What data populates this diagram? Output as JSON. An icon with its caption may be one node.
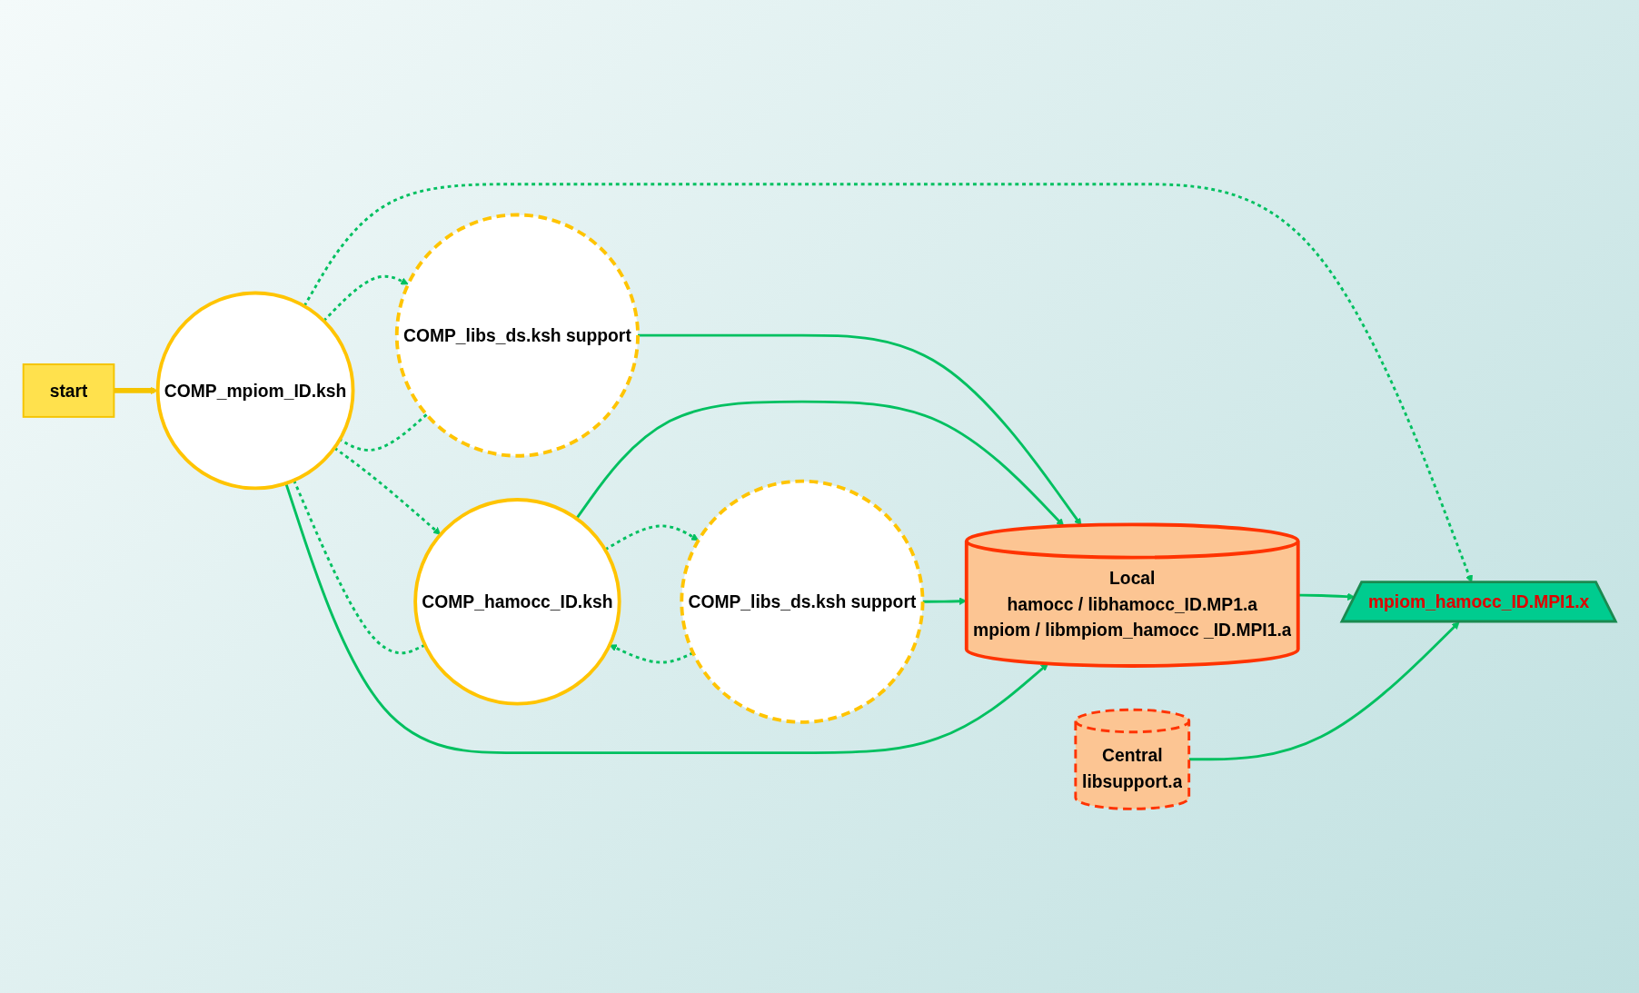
{
  "diagram": {
    "nodes": [
      {
        "text": [
          "start"
        ]
      },
      {
        "text": [
          "COMP_mpiom_ID.ksh"
        ]
      },
      {
        "text": [
          "COMP_libs_ds.ksh support"
        ]
      },
      {
        "text": [
          "COMP_hamocc_ID.ksh"
        ]
      },
      {
        "text": [
          "COMP_libs_ds.ksh support"
        ]
      },
      {
        "text": [
          "Local",
          "hamocc / libhamocc_ID.MP1.a",
          "mpiom / libmpiom_hamocc _ID.MPI1.a"
        ]
      },
      {
        "text": [
          "Central",
          "libsupport.a"
        ]
      },
      {
        "text": [
          "mpiom_hamocc_ID.MPI1.x"
        ]
      }
    ],
    "edges": [
      {
        "from": 0,
        "to": 1,
        "arrow": "to",
        "color": "#f5c400",
        "style": "thick"
      },
      {
        "from": 1,
        "to": 2,
        "arrow": "to",
        "style": "dashed"
      },
      {
        "from": 2,
        "to": 1,
        "arrow": "none",
        "style": "dashed"
      },
      {
        "from": 1,
        "to": 3,
        "arrow": "to",
        "style": "dashed"
      },
      {
        "from": 3,
        "to": 1,
        "arrow": "none",
        "style": "dashed"
      },
      {
        "from": 3,
        "to": 4,
        "arrow": "to",
        "style": "dashed"
      },
      {
        "from": 4,
        "to": 3,
        "arrow": "to",
        "style": "dashed"
      },
      {
        "from": 2,
        "to": 5,
        "arrow": "to"
      },
      {
        "from": 3,
        "to": 5,
        "arrow": "to"
      },
      {
        "from": 4,
        "to": 5,
        "arrow": "to"
      },
      {
        "from": 1,
        "to": 5,
        "arrow": "to"
      },
      {
        "from": 1,
        "to": 7,
        "arrow": "to",
        "style": "dashed"
      },
      {
        "from": 5,
        "to": 7,
        "arrow": "to"
      },
      {
        "from": 6,
        "to": 7,
        "arrow": "to"
      }
    ]
  }
}
